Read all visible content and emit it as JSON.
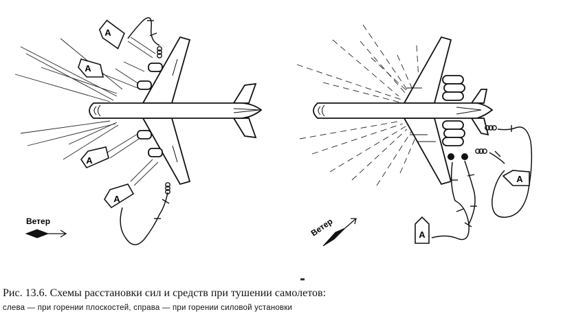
{
  "diagram": {
    "left_panel": {
      "wind_label": "Ветер",
      "fire_truck_letter": "A"
    },
    "right_panel": {
      "wind_label": "Ветер",
      "fire_truck_letter": "A"
    }
  },
  "caption": {
    "main": "Рис. 13.6. Схемы расстановки сил и средств при тушении самолетов:",
    "sub": "слева — при горении плоскостей, справа — при горении силовой установки"
  }
}
